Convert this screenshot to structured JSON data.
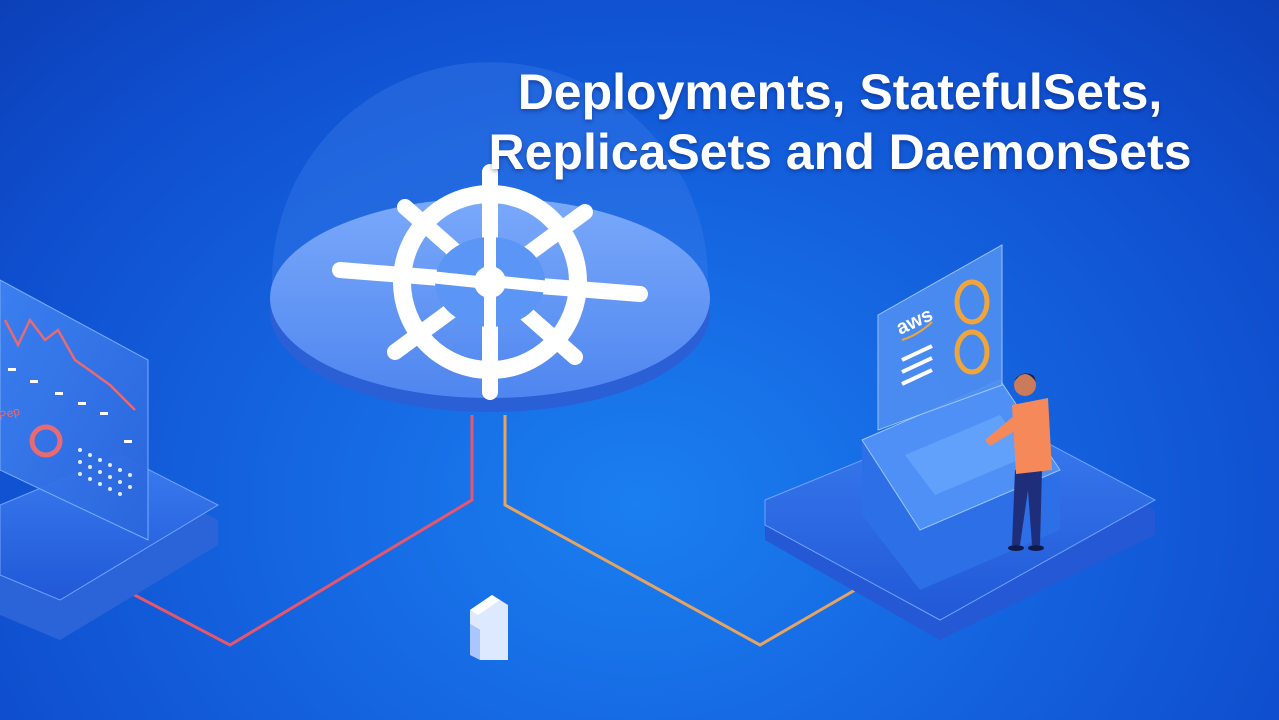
{
  "title": {
    "line1": "Deployments, StatefulSets,",
    "line2": "ReplicaSets and DaemonSets"
  },
  "illustration": {
    "center_icon": "kubernetes-helm-wheel-icon",
    "right_panel_logo": "aws",
    "left_panel_label": "Pep",
    "colors": {
      "background": "#1565e0",
      "dome": "#5b95f5",
      "wheel": "#ffffff",
      "red_cable": "#e8566a",
      "orange_cable": "#e6a460",
      "ring_orange": "#f0a53a",
      "person_shirt": "#f5895a"
    }
  }
}
